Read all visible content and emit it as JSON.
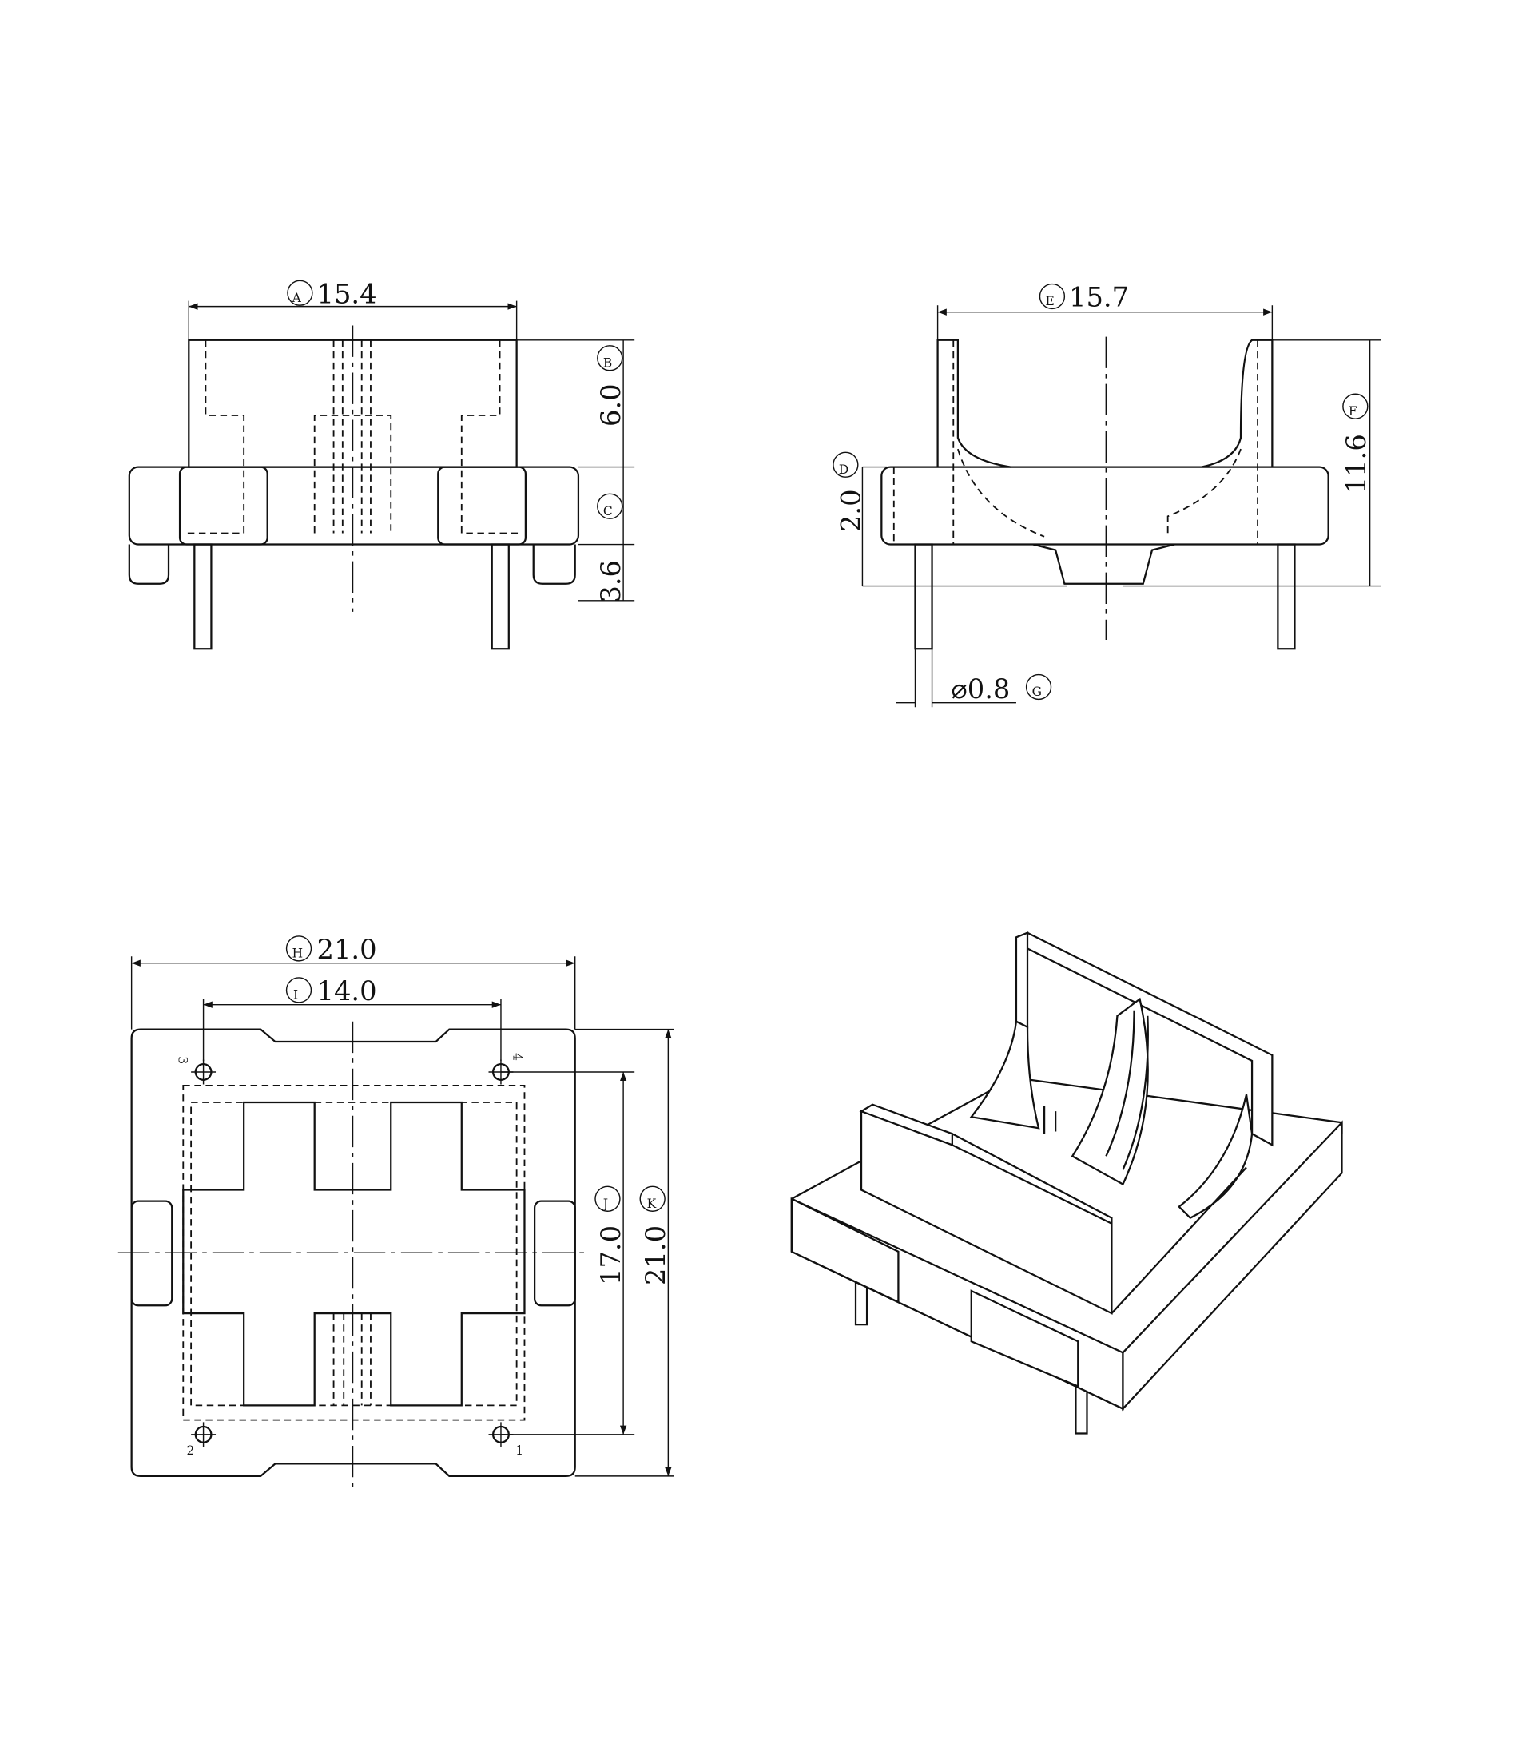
{
  "title": "Bobbin mechanical drawing",
  "dimensions": {
    "A": {
      "label": "A",
      "value": "15.4"
    },
    "B": {
      "label": "B",
      "value": "6.0"
    },
    "C": {
      "label": "C",
      "value": "3.6"
    },
    "D": {
      "label": "D",
      "value": "2.0"
    },
    "E": {
      "label": "E",
      "value": "15.7"
    },
    "F": {
      "label": "F",
      "value": "11.6"
    },
    "G": {
      "label": "G",
      "value": "⌀0.8"
    },
    "H": {
      "label": "H",
      "value": "21.0"
    },
    "I": {
      "label": "I",
      "value": "14.0"
    },
    "J": {
      "label": "J",
      "value": "17.0"
    },
    "K": {
      "label": "K",
      "value": "21.0"
    }
  },
  "pins": [
    "1",
    "2",
    "3",
    "4"
  ]
}
